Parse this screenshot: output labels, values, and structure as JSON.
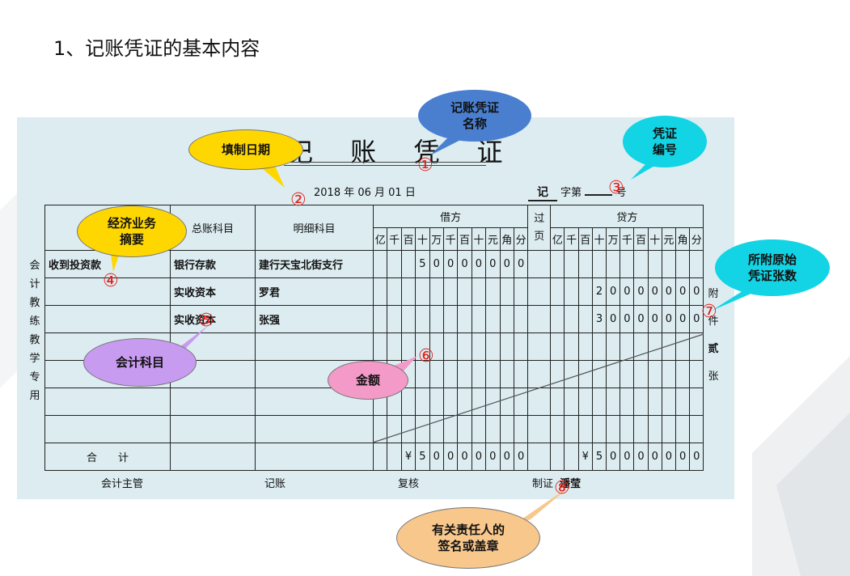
{
  "slide_title": "1、记账凭证的基本内容",
  "voucher": {
    "title": "记 账 凭 证",
    "date": "2018 年 06 月 01 日",
    "number_type": "记",
    "number_label_pre": "字第",
    "number_label_post": "号",
    "headers": {
      "summary": "摘",
      "general_account": "总账科目",
      "detail_account": "明细科目",
      "debit": "借方",
      "posted": "过页",
      "credit": "贷方",
      "digit_units": [
        "亿",
        "千",
        "百",
        "十",
        "万",
        "千",
        "百",
        "十",
        "元",
        "角",
        "分"
      ]
    },
    "rows": [
      {
        "summary": "收到投资款",
        "general": "银行存款",
        "detail": "建行天宝北街支行",
        "debit_digits": [
          "",
          "",
          "",
          "5",
          "0",
          "0",
          "0",
          "0",
          "0",
          "0",
          "0"
        ],
        "credit_digits": [
          "",
          "",
          "",
          "",
          "",
          "",
          "",
          "",
          "",
          "",
          ""
        ]
      },
      {
        "summary": "",
        "general": "实收资本",
        "detail": "罗君",
        "debit_digits": [
          "",
          "",
          "",
          "",
          "",
          "",
          "",
          "",
          "",
          "",
          ""
        ],
        "credit_digits": [
          "",
          "",
          "",
          "2",
          "0",
          "0",
          "0",
          "0",
          "0",
          "0",
          "0"
        ]
      },
      {
        "summary": "",
        "general": "实收资本",
        "detail": "张强",
        "debit_digits": [
          "",
          "",
          "",
          "",
          "",
          "",
          "",
          "",
          "",
          "",
          ""
        ],
        "credit_digits": [
          "",
          "",
          "",
          "3",
          "0",
          "0",
          "0",
          "0",
          "0",
          "0",
          "0"
        ]
      },
      {
        "summary": "",
        "general": "",
        "detail": "",
        "debit_digits": [
          "",
          "",
          "",
          "",
          "",
          "",
          "",
          "",
          "",
          "",
          ""
        ],
        "credit_digits": [
          "",
          "",
          "",
          "",
          "",
          "",
          "",
          "",
          "",
          "",
          ""
        ]
      },
      {
        "summary": "",
        "general": "",
        "detail": "",
        "debit_digits": [
          "",
          "",
          "",
          "",
          "",
          "",
          "",
          "",
          "",
          "",
          ""
        ],
        "credit_digits": [
          "",
          "",
          "",
          "",
          "",
          "",
          "",
          "",
          "",
          "",
          ""
        ]
      },
      {
        "summary": "",
        "general": "",
        "detail": "",
        "debit_digits": [
          "",
          "",
          "",
          "",
          "",
          "",
          "",
          "",
          "",
          "",
          ""
        ],
        "credit_digits": [
          "",
          "",
          "",
          "",
          "",
          "",
          "",
          "",
          "",
          "",
          ""
        ]
      },
      {
        "summary": "",
        "general": "",
        "detail": "",
        "debit_digits": [
          "",
          "",
          "",
          "",
          "",
          "",
          "",
          "",
          "",
          "",
          ""
        ],
        "credit_digits": [
          "",
          "",
          "",
          "",
          "",
          "",
          "",
          "",
          "",
          "",
          ""
        ]
      }
    ],
    "total": {
      "label": "合　　计",
      "debit_digits": [
        "",
        "",
        "¥",
        "5",
        "0",
        "0",
        "0",
        "0",
        "0",
        "0",
        "0"
      ],
      "credit_digits": [
        "",
        "",
        "¥",
        "5",
        "0",
        "0",
        "0",
        "0",
        "0",
        "0",
        "0"
      ]
    },
    "side_text": "会计教练教学专用",
    "attachments": {
      "pre": "附",
      "count_label": "件",
      "count": "贰",
      "post": "张"
    },
    "signatures": {
      "supervisor": "会计主管",
      "bookkeeper": "记账",
      "reviewer": "复核",
      "preparer_label": "制证",
      "preparer_name": "潘莹"
    }
  },
  "callouts": {
    "voucher_name": "记账凭证\n名称",
    "date": "填制日期",
    "voucher_number": "凭证\n编号",
    "summary": "经济业务\n摘要",
    "account": "会计科目",
    "amount": "金额",
    "attachments": "所附原始\n凭证张数",
    "signatures": "有关责任人的\n签名或盖章"
  },
  "markers": [
    "①",
    "②",
    "③",
    "④",
    "⑤",
    "⑥",
    "⑦",
    "⑧"
  ],
  "colors": {
    "voucher_bg": "#dcecf1",
    "callout_blue": "#4a7fd0",
    "callout_yellow": "#ffd700",
    "callout_cyan": "#12d4e4",
    "callout_purple": "#c79bf0",
    "callout_pink": "#f39ac8",
    "callout_orange": "#f7c78c",
    "marker_red": "#e0201a"
  }
}
